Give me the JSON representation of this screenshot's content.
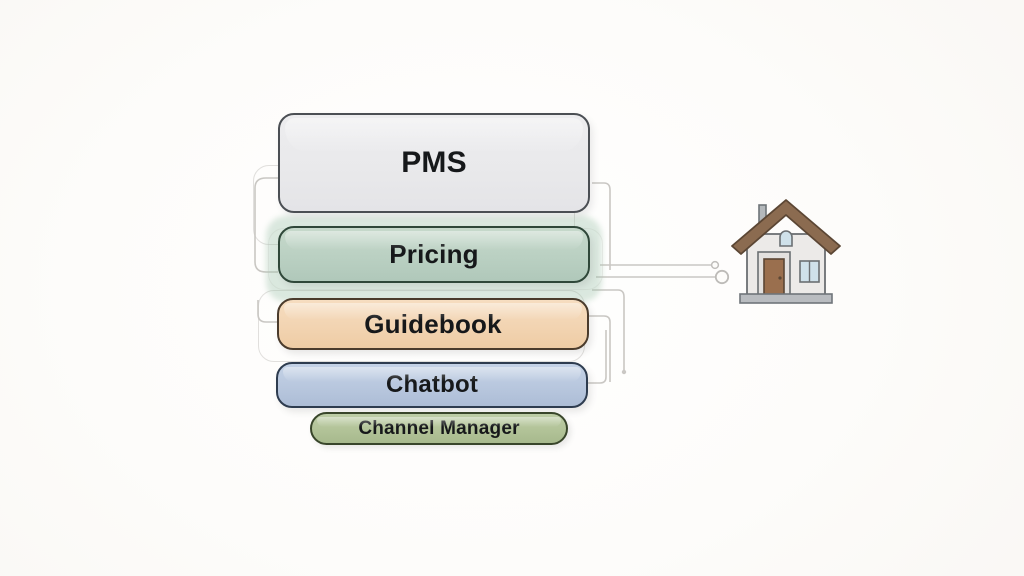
{
  "diagram": {
    "title_text": "",
    "background_color": "#fbfaf8",
    "stack": [
      {
        "id": "pms",
        "label": "PMS",
        "fill": "#e9e9eb",
        "border": "#4b4f54"
      },
      {
        "id": "pricing",
        "label": "Pricing",
        "fill": "#bad0c2",
        "border": "#2f4739"
      },
      {
        "id": "guidebook",
        "label": "Guidebook",
        "fill": "#f2d4b2",
        "border": "#4a3b2c"
      },
      {
        "id": "chatbot",
        "label": "Chatbot",
        "fill": "#b8c7de",
        "border": "#2e3c4f"
      },
      {
        "id": "channel_manager",
        "label": "Channel Manager",
        "fill": "#b2c398",
        "border": "#38452a"
      }
    ],
    "connectors": {
      "line_color": "#c9c7c3",
      "endpoint_shape": "circle",
      "count": 2,
      "target": "house"
    },
    "house": {
      "name": "house-icon",
      "roof_color": "#8a6a4f",
      "wall_color": "#e9e8e6",
      "door_color": "#9a6f4e",
      "window_color": "#cfe0e8",
      "base_color": "#b9bcc0",
      "chimney_color": "#9aa0a4"
    }
  }
}
